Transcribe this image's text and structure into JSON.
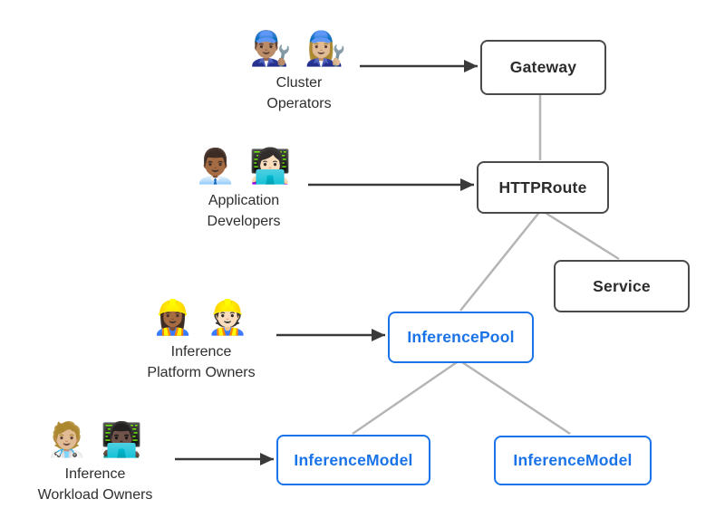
{
  "diagram": {
    "personas": [
      {
        "emoji": "👨🏽‍🔧 👩🏼‍🔧",
        "label": "Cluster\nOperators",
        "connects_to": "Gateway"
      },
      {
        "emoji": "👨🏾‍💼 👩🏻‍💻",
        "label": "Application\nDevelopers",
        "connects_to": "HTTPRoute"
      },
      {
        "emoji": "👷🏾‍♀️ 👷🏻",
        "label": "Inference\nPlatform Owners",
        "connects_to": "InferencePool"
      },
      {
        "emoji": "🧑🏼‍⚕️ 👨🏿‍💻",
        "label": "Inference\nWorkload Owners",
        "connects_to": "InferenceModel"
      }
    ],
    "nodes": {
      "gateway": {
        "label": "Gateway",
        "style": "standard"
      },
      "httproute": {
        "label": "HTTPRoute",
        "style": "standard"
      },
      "service": {
        "label": "Service",
        "style": "standard"
      },
      "inferencepool": {
        "label": "InferencePool",
        "style": "extension"
      },
      "inferencemodel1": {
        "label": "InferenceModel",
        "style": "extension"
      },
      "inferencemodel2": {
        "label": "InferenceModel",
        "style": "extension"
      }
    },
    "edges": [
      {
        "from": "Gateway",
        "to": "HTTPRoute"
      },
      {
        "from": "HTTPRoute",
        "to": "Service"
      },
      {
        "from": "HTTPRoute",
        "to": "InferencePool"
      },
      {
        "from": "InferencePool",
        "to": "InferenceModel (left)"
      },
      {
        "from": "InferencePool",
        "to": "InferenceModel (right)"
      }
    ],
    "colors": {
      "standard_node_border": "#4a4a4a",
      "standard_node_text": "#2b2b2b",
      "extension_node_accent": "#1a73e8",
      "connector_line": "#b5b5b5",
      "arrow": "#3a3a3a",
      "background": "#ffffff"
    }
  }
}
